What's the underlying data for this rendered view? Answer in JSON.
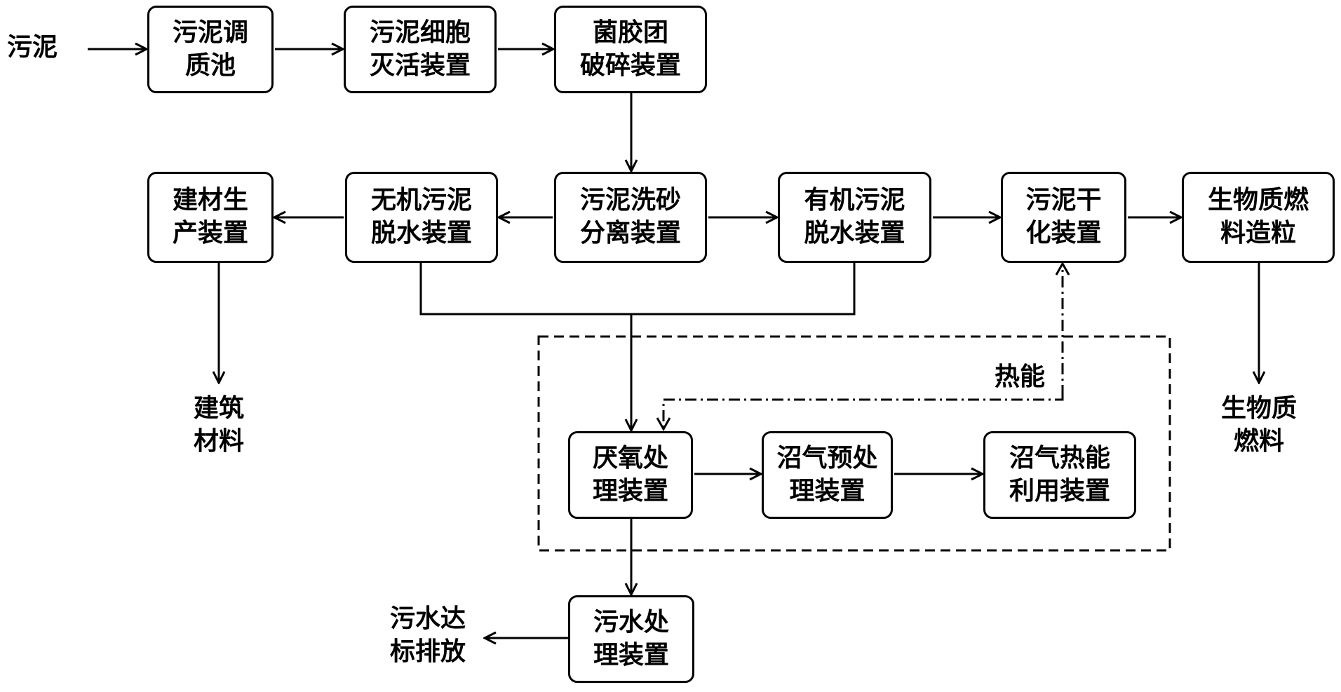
{
  "input_label": "污泥",
  "boxes": {
    "conditioning_tank": [
      "污泥调",
      "质池"
    ],
    "cell_inactivation": [
      "污泥细胞",
      "灭活装置"
    ],
    "floc_crushing": [
      "菌胶团",
      "破碎装置"
    ],
    "building_material_production": [
      "建材生",
      "产装置"
    ],
    "inorganic_dewatering": [
      "无机污泥",
      "脱水装置"
    ],
    "sand_separation": [
      "污泥洗砂",
      "分离装置"
    ],
    "organic_dewatering": [
      "有机污泥",
      "脱水装置"
    ],
    "sludge_drying": [
      "污泥干",
      "化装置"
    ],
    "biomass_pelletizing": [
      "生物质燃",
      "料造粒"
    ],
    "anaerobic_treatment": [
      "厌氧处",
      "理装置"
    ],
    "biogas_pretreatment": [
      "沼气预处",
      "理装置"
    ],
    "biogas_heat_utilization": [
      "沼气热能",
      "利用装置"
    ],
    "wastewater_treatment": [
      "污水处",
      "理装置"
    ]
  },
  "outputs": {
    "building_materials": [
      "建筑",
      "材料"
    ],
    "biomass_fuel": [
      "生物质",
      "燃料"
    ],
    "discharge": [
      "污水达",
      "标排放"
    ]
  },
  "heat_label": "热能"
}
